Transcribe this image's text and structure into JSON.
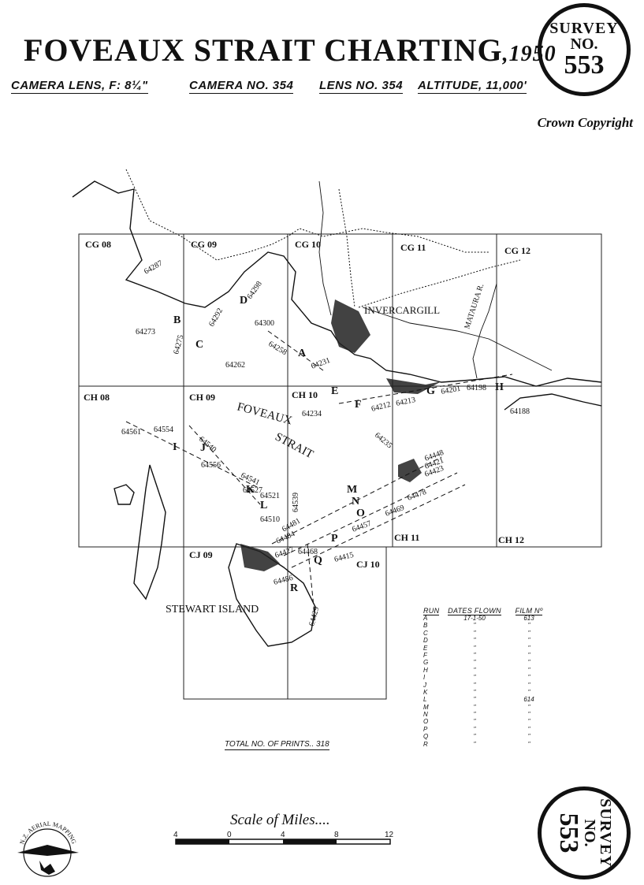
{
  "header": {
    "title": "FOVEAUX STRAIT CHARTING",
    "year": ",1950",
    "camera_lens": "CAMERA LENS, F: 8¼\"",
    "camera_no": "CAMERA NO. 354",
    "lens_no": "LENS NO. 354",
    "altitude": "ALTITUDE, 11,000'",
    "copyright": "Crown Copyright"
  },
  "seal": {
    "line1": "SURVEY",
    "line2": "NO.",
    "number": "553"
  },
  "grid": {
    "cells": [
      "CG 08",
      "CG 09",
      "CG 10",
      "CG 11",
      "CG 12",
      "CH 08",
      "CH 09",
      "CH 10",
      "CH 11",
      "CH 12",
      "CJ 09",
      "CJ 10"
    ]
  },
  "places": {
    "invercargill": "INVERCARGILL",
    "foveaux": "FOVEAUX",
    "strait": "STRAIT",
    "stewart": "STEWART ISLAND",
    "mataura": "MATAURA R."
  },
  "runs": [
    "A",
    "B",
    "C",
    "D",
    "E",
    "F",
    "G",
    "H",
    "I",
    "J",
    "K",
    "L",
    "M",
    "N",
    "O",
    "P",
    "Q",
    "R"
  ],
  "photo_labels": [
    "64287",
    "64273",
    "64275",
    "64292",
    "64298",
    "64262",
    "64300",
    "64258",
    "64231",
    "64234",
    "64212",
    "64213",
    "64201",
    "64198",
    "64188",
    "64235",
    "64561",
    "64554",
    "64540",
    "64556",
    "64541",
    "64521",
    "64510",
    "64527",
    "64539",
    "64481",
    "64484",
    "64468",
    "64415",
    "64486",
    "64429",
    "64423",
    "64421",
    "64448",
    "64469",
    "64478",
    "64457",
    "64427"
  ],
  "run_table": {
    "headers": [
      "RUN",
      "DATES FLOWN",
      "FILM Nº"
    ],
    "rows": [
      {
        "run": "A",
        "date": "17-1-50",
        "film": "613"
      },
      {
        "run": "B",
        "date": "\"",
        "film": "\""
      },
      {
        "run": "C",
        "date": "\"",
        "film": "\""
      },
      {
        "run": "D",
        "date": "\"",
        "film": "\""
      },
      {
        "run": "E",
        "date": "\"",
        "film": "\""
      },
      {
        "run": "F",
        "date": "\"",
        "film": "\""
      },
      {
        "run": "G",
        "date": "\"",
        "film": "\""
      },
      {
        "run": "H",
        "date": "\"",
        "film": "\""
      },
      {
        "run": "I",
        "date": "\"",
        "film": "\""
      },
      {
        "run": "J",
        "date": "\"",
        "film": "\""
      },
      {
        "run": "K",
        "date": "\"",
        "film": "\""
      },
      {
        "run": "L",
        "date": "\"",
        "film": "614"
      },
      {
        "run": "M",
        "date": "\"",
        "film": "\""
      },
      {
        "run": "N",
        "date": "\"",
        "film": "\""
      },
      {
        "run": "O",
        "date": "\"",
        "film": "\""
      },
      {
        "run": "P",
        "date": "\"",
        "film": "\""
      },
      {
        "run": "Q",
        "date": "\"",
        "film": "\""
      },
      {
        "run": "R",
        "date": "\"",
        "film": "\""
      }
    ]
  },
  "total_prints": "TOTAL NO. OF PRINTS.. 318",
  "scale": {
    "title": "Scale of Miles....",
    "ticks": [
      "4",
      "0",
      "4",
      "8",
      "12"
    ]
  },
  "logo_text": "N.Z. AERIAL MAPPING LTD."
}
